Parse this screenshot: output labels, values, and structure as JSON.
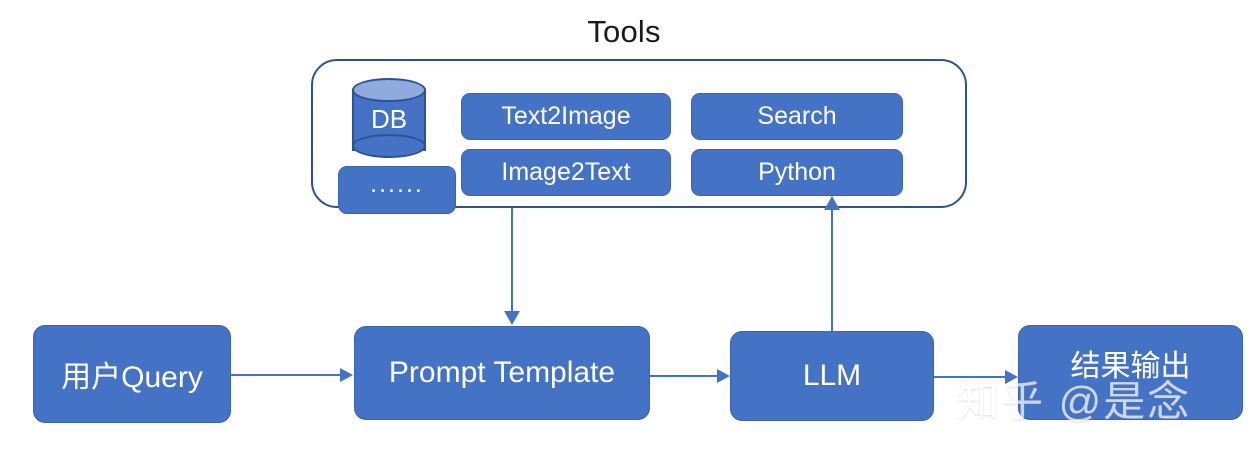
{
  "diagram": {
    "title": "Tools",
    "tools_panel": {
      "database": {
        "label": "DB",
        "icon": "database-cylinder-icon"
      },
      "pills": [
        {
          "id": "dots",
          "label": "......"
        },
        {
          "id": "text2image",
          "label": "Text2Image"
        },
        {
          "id": "image2text",
          "label": "Image2Text"
        },
        {
          "id": "search",
          "label": "Search"
        },
        {
          "id": "python",
          "label": "Python"
        }
      ]
    },
    "flow_boxes": [
      {
        "id": "user-query",
        "label": "用户Query"
      },
      {
        "id": "prompt-template",
        "label": "Prompt Template"
      },
      {
        "id": "llm",
        "label": "LLM"
      },
      {
        "id": "result-output",
        "label": "结果输出"
      }
    ],
    "connectors": [
      {
        "id": "tools-to-prompt",
        "from": "tools-panel",
        "to": "prompt-template",
        "direction": "down"
      },
      {
        "id": "llm-to-tools",
        "from": "llm",
        "to": "tools-panel",
        "direction": "up"
      },
      {
        "id": "query-to-prompt",
        "from": "user-query",
        "to": "prompt-template",
        "direction": "right"
      },
      {
        "id": "prompt-to-llm",
        "from": "prompt-template",
        "to": "llm",
        "direction": "right"
      },
      {
        "id": "llm-to-result",
        "from": "llm",
        "to": "result-output",
        "direction": "right"
      }
    ],
    "watermark": "知乎 @是念",
    "colors": {
      "box_fill": "#4472C4",
      "box_border": "#3C63AD",
      "panel_border": "#2E5395",
      "cylinder_top": "#8FAADC",
      "connector": "#4472C4",
      "title_text": "#1A1A1A",
      "box_text": "#FFFFFF",
      "background": "#FFFFFF"
    }
  }
}
